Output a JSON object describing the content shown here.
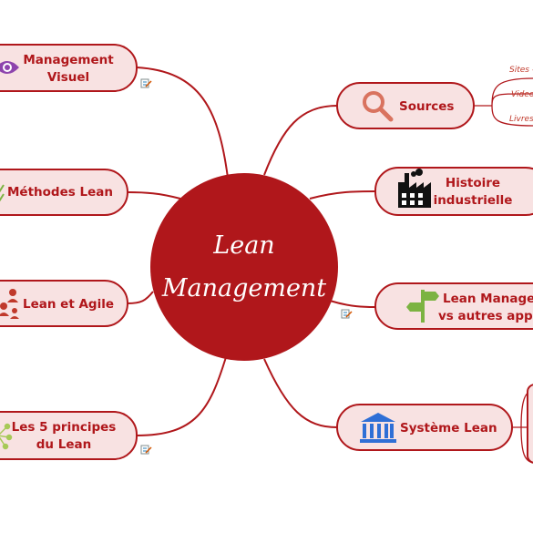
{
  "center": {
    "line1": "Lean",
    "line2": "Management"
  },
  "branches": {
    "management_visuel": {
      "line1": "Management",
      "line2": "Visuel",
      "icon": "eye-icon"
    },
    "methodes_lean": {
      "label": "Méthodes Lean",
      "icon": "checklist-icon"
    },
    "lean_agile": {
      "label": "Lean et Agile",
      "icon": "team-icon"
    },
    "cinq_principes": {
      "line1": "Les 5 principes",
      "line2": "du Lean",
      "icon": "network-icon"
    },
    "sources": {
      "label": "Sources",
      "icon": "magnifier-icon"
    },
    "histoire": {
      "line1": "Histoire",
      "line2": "industrielle",
      "icon": "factory-icon"
    },
    "autres": {
      "line1": "Lean Managem",
      "line2": "vs autres appro",
      "icon": "signpost-icon"
    },
    "systeme_lean": {
      "label": "Système Lean",
      "icon": "institution-icon"
    }
  },
  "sources_children": [
    "Sites -",
    "Video",
    "Livres"
  ],
  "colors": {
    "accent": "#b0171b",
    "pill_fill": "#f8e2e2",
    "line": "#b0171b"
  }
}
